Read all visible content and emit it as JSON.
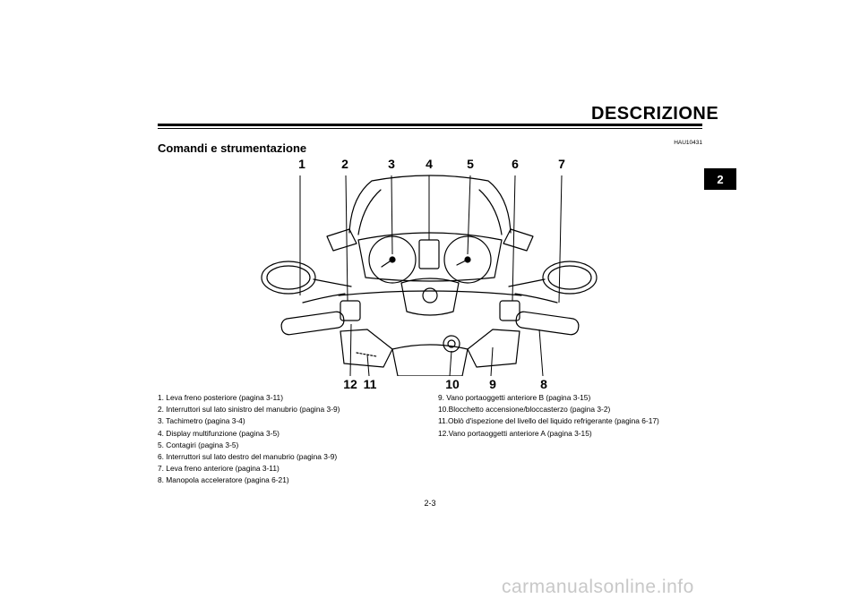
{
  "header": {
    "title": "DESCRIZIONE"
  },
  "section_tab": "2",
  "doc_code": "HAU10431",
  "section_heading": "Comandi e strumentazione",
  "callouts": {
    "top": [
      "1",
      "2",
      "3",
      "4",
      "5",
      "6",
      "7"
    ],
    "bottom": [
      "12",
      "11",
      "10",
      "9",
      "8"
    ]
  },
  "legend": {
    "left": [
      "1. Leva freno posteriore (pagina 3-11)",
      "2. Interruttori sul lato sinistro del manubrio (pagina 3-9)",
      "3. Tachimetro (pagina 3-4)",
      "4. Display multifunzione (pagina 3-5)",
      "5. Contagiri (pagina 3-5)",
      "6. Interruttori sul lato destro del manubrio (pagina 3-9)",
      "7. Leva freno anteriore (pagina 3-11)",
      "8. Manopola acceleratore (pagina 6-21)"
    ],
    "right": [
      "9. Vano portaoggetti anteriore B (pagina 3-15)",
      "10.Blocchetto accensione/bloccasterzo (pagina 3-2)",
      "11.Oblò d'ispezione del livello del liquido refrigerante (pagina 6-17)",
      "12.Vano portaoggetti anteriore A (pagina 3-15)"
    ]
  },
  "page_number": "2-3",
  "watermark": "carmanualsonline.info"
}
